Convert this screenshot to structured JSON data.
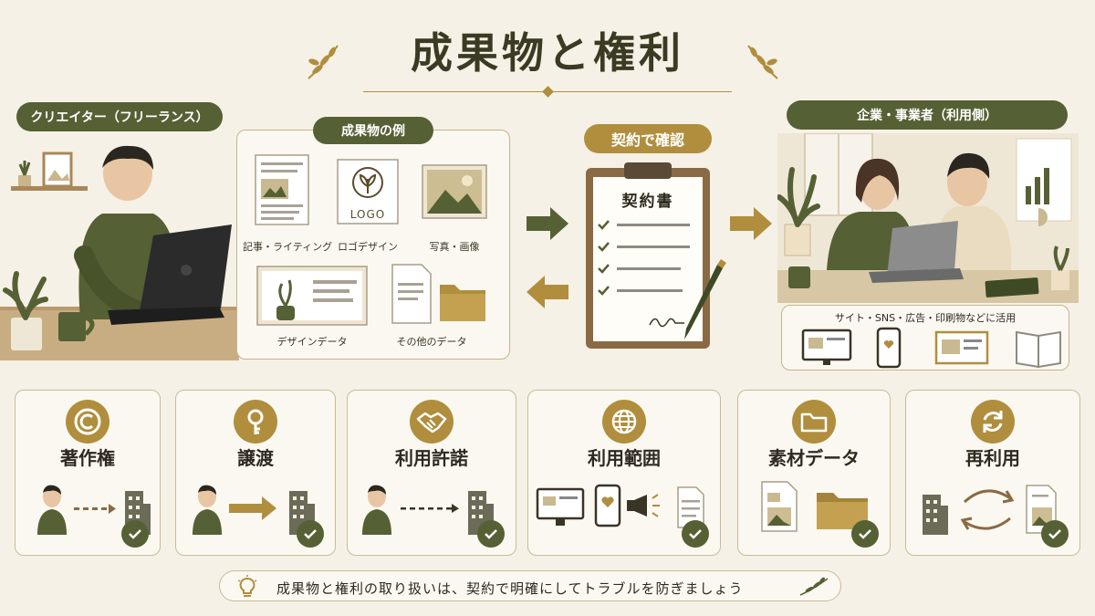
{
  "title": "成果物と権利",
  "creator": {
    "label": "クリエイター（フリーランス）"
  },
  "company": {
    "label": "企業・事業者（利用側）",
    "usage_text": "サイト・SNS・広告・印刷物などに活用"
  },
  "deliverables": {
    "label": "成果物の例",
    "logo_text": "LOGO",
    "items": [
      "記事・ライティング",
      "ロゴデザイン",
      "写真・画像",
      "デザインデータ",
      "その他のデータ"
    ]
  },
  "contract": {
    "label": "契約で確認",
    "doc_title": "契約書"
  },
  "cards": [
    {
      "title": "著作権"
    },
    {
      "title": "譲渡"
    },
    {
      "title": "利用許諾"
    },
    {
      "title": "利用範囲"
    },
    {
      "title": "素材データ"
    },
    {
      "title": "再利用"
    }
  ],
  "footer": {
    "text": "成果物と権利の取り扱いは、契約で明確にしてトラブルを防ぎましょう"
  },
  "colors": {
    "background": "#f6f1e6",
    "olive": "#556034",
    "gold": "#b08e3d",
    "panel_border": "#c4b48e"
  }
}
